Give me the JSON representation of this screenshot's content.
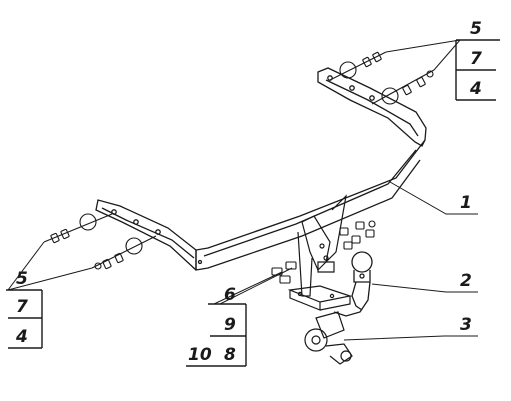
{
  "callouts": {
    "top_right": {
      "part": "5",
      "qty_a": "7",
      "qty_b": "4"
    },
    "left": {
      "part": "5",
      "qty_a": "7",
      "qty_b": "4"
    },
    "ball_mount": {
      "part": "6",
      "qty_a": "9",
      "qty_b": "8",
      "qty_c": "10"
    },
    "frame": {
      "part": "1"
    },
    "tow_ball": {
      "part": "2"
    },
    "socket_plate": {
      "part": "3"
    }
  }
}
